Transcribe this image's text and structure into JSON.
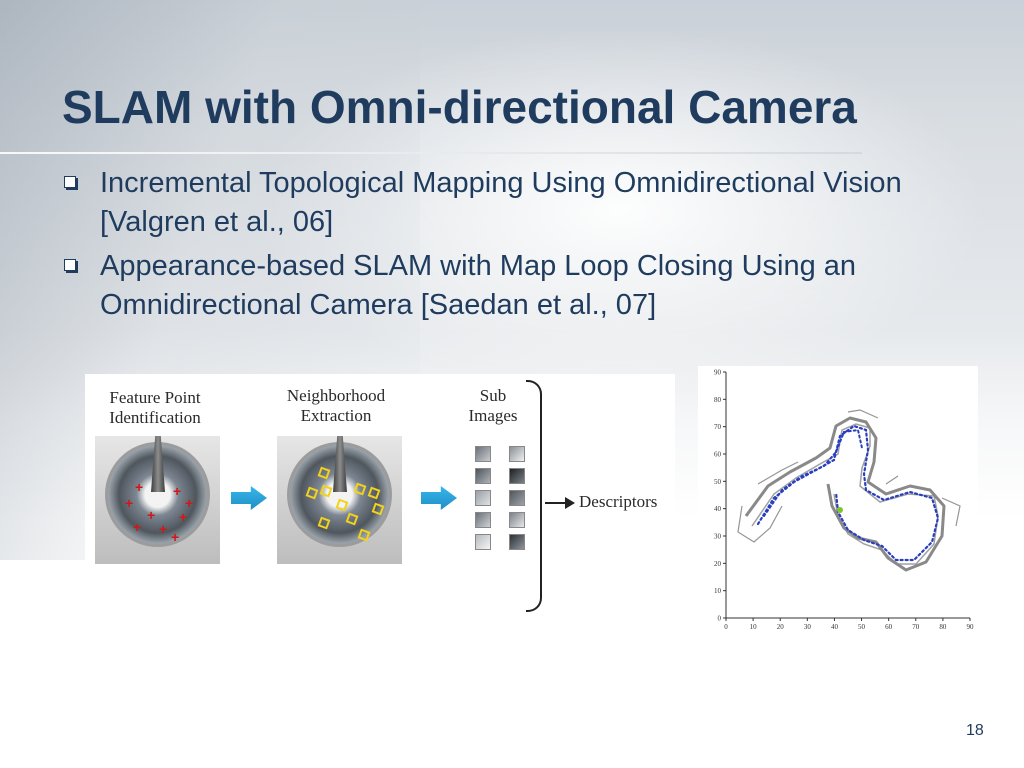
{
  "slide": {
    "title": "SLAM with Omni-directional Camera",
    "bullets": [
      {
        "text": "Incremental Topological Mapping Using Omnidirectional Vision [Valgren et al., 06]"
      },
      {
        "text": "Appearance-based SLAM with Map Loop Closing Using an Omnidirectional Camera [Saedan et al., 07]"
      }
    ],
    "page_number": "18"
  },
  "pipeline": {
    "step1": [
      "Feature Point",
      "Identification"
    ],
    "step2": [
      "Neighborhood",
      "Extraction"
    ],
    "step3": [
      "Sub",
      "Images"
    ],
    "output": "Descriptors"
  },
  "plot": {
    "x_ticks": [
      "0",
      "10",
      "20",
      "30",
      "40",
      "50",
      "60",
      "70",
      "80",
      "90"
    ],
    "y_ticks": [
      "0",
      "10",
      "20",
      "30",
      "40",
      "50",
      "60",
      "70",
      "80",
      "90"
    ],
    "x_range": [
      0,
      90
    ],
    "y_range": [
      0,
      90
    ]
  },
  "colors": {
    "title": "#1f3c5e",
    "arrow": "#2aa3dd",
    "path": "#2a3fbf"
  },
  "icons": {
    "bullet": "hollow-square-bullet-icon",
    "arrow": "right-arrow-icon"
  }
}
